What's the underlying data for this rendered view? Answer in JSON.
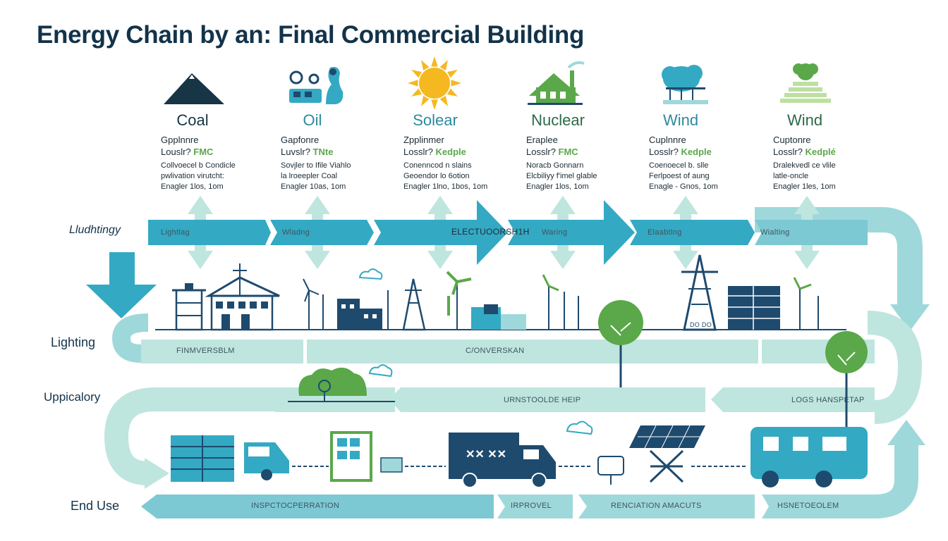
{
  "title": "Energy Chain by an: Final Commercial Building",
  "sources": [
    {
      "name": "Coal",
      "line1": "Gpplnnre",
      "line2_label": "Louslr",
      "line2_value": "FMC",
      "desc": [
        "Collvoecel b Condicle",
        "pwlivation virutcht:",
        "Enagler 1los, 1om"
      ]
    },
    {
      "name": "Oil",
      "line1": "Gapfonre",
      "line2_label": "Luvslr",
      "line2_value": "TNte",
      "desc": [
        "Sovjler to Ifile Viahlo",
        "la lroeepler Coal",
        "Enagler 10as, 1om"
      ]
    },
    {
      "name": "Solear",
      "line1": "Zpplinmer",
      "line2_label": "Losslr",
      "line2_value": "Kedple",
      "desc": [
        "Conenncod n slains",
        "Geoendor lo 6otion",
        "Enagler 1lno, 1bos, 1om"
      ]
    },
    {
      "name": "Nuclear",
      "line1": "Eraplee",
      "line2_label": "Losslr",
      "line2_value": "FMC",
      "desc": [
        "Noracb Gonnarn",
        "Elcbiliyy f'imel glable",
        "Enagler 1los, 1om"
      ]
    },
    {
      "name": "Wind",
      "line1": "Cuplnnre",
      "line2_label": "Losslr",
      "line2_value": "Kedple",
      "desc": [
        "Coenoecel b. slle",
        "Ferlpoest of aung",
        "Enagle - Gnos, 1om"
      ]
    },
    {
      "name": "Wind",
      "line1": "Cuptonre",
      "line2_label": "Losslr",
      "line2_value": "Kedplé",
      "desc": [
        "Dralekvedl ce vlile",
        "latle-oncle",
        "Enagler 1les, 1om"
      ]
    }
  ],
  "side_labels": {
    "top": "Lludhtingy",
    "lighting": "Lighting",
    "upp": "Uppicalory",
    "end": "End Use"
  },
  "band1_labels": [
    "Lightlag",
    "Wladng",
    "ELECTUOORSH1H",
    "Waring",
    "Elaabtlng",
    "Wialting"
  ],
  "band2_labels": [
    "FINMVERSBLM",
    "C/ONVERSKAN"
  ],
  "band3_labels": [
    "URNSTOOLDE HEIP",
    "LOGS HANSPETAP"
  ],
  "band4_labels": [
    "INSPCTOCPERRATION",
    "IRPROVEL",
    "RENCIATION AMACUTS",
    "HSNETOEOLEM"
  ],
  "building_label": "DO DO",
  "colors": {
    "teal": "#34a9c3",
    "light_teal": "#9fd8db",
    "pale_teal": "#bfe5df",
    "navy": "#1e4a6e",
    "green": "#5aa84a",
    "sun": "#f5b820"
  }
}
